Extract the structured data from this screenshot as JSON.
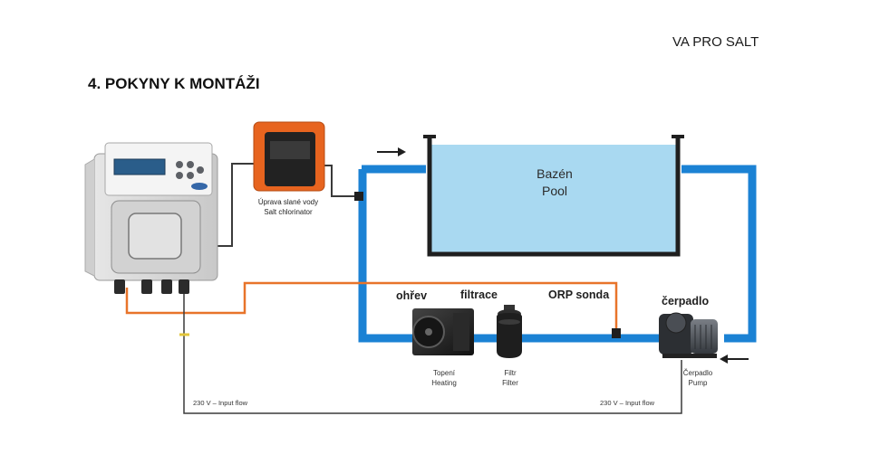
{
  "header": {
    "brand": "VA PRO SALT",
    "section_title": "4.  POKYNY K MONTÁŽI"
  },
  "diagram": {
    "pool_label_cz": "Bazén",
    "pool_label_en": "Pool",
    "chlorinator_label_cz": "Úprava slané vody",
    "chlorinator_label_en": "Salt chlorinator",
    "heater_title": "ohřev",
    "heater_label_cz": "Topení",
    "heater_label_en": "Heating",
    "filter_title": "filtrace",
    "filter_label_cz": "Filtr",
    "filter_label_en": "Filter",
    "orp_title": "ORP sonda",
    "pump_title": "čerpadlo",
    "pump_label_cz": "Čerpadlo",
    "pump_label_en": "Pump",
    "input_flow_left": "230 V – Input flow",
    "input_flow_right": "230 V – Input flow",
    "colors": {
      "pipe": "#1b82d4",
      "water": "#a9d9f1",
      "orp_cable": "#e8742a",
      "cable": "#3a3a3a"
    }
  }
}
